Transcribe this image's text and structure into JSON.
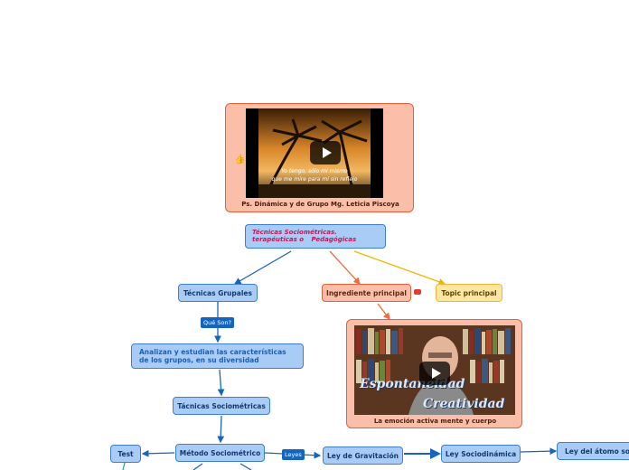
{
  "colors": {
    "node_blue": "#a9ccf7",
    "node_peach": "#fbbfa9",
    "node_yellow": "#fde7a0",
    "connector_blue": "#1565c0",
    "connector_orange": "#ef6c3a",
    "connector_yellow": "#f1b400",
    "accent_pink": "#c2185b"
  },
  "top_card": {
    "caption": "Ps. Dinámica y de Grupo Mg. Leticia Piscoya",
    "video_subtitle_1": "Yo tengo, sólo mi mismo",
    "video_subtitle_2": "que me mire para mí sin reflejo",
    "icon": "thumbs-up-icon"
  },
  "central": {
    "line1": "Técnicas Sociométricas.",
    "line2": "terapéuticas o",
    "line3": "Pedagógicas"
  },
  "nodes": {
    "tecnicas_grupales": "Técnicas Grupales",
    "ingrediente": "Ingrediente principal",
    "topic": "Topic principal",
    "que_son": "Qué Son?",
    "analizan": "Analizan y estudian las características de los grupos, en su diversidad",
    "tacnicas_sociometricas": "Tácnicas Sociométricas",
    "metodo": "Método Sociométrico",
    "test": "Test",
    "leyes": "Leyes",
    "gravitacion": "Ley de Gravitación",
    "sociodinamica": "Ley Sociodinámica",
    "atomo": "Ley del átomo soci"
  },
  "video_card": {
    "caption": "La emoción activa mente y cuerpo",
    "overlay_1": "Espontaneidad",
    "overlay_2": "Creatividad",
    "icon": "youtube-icon"
  }
}
